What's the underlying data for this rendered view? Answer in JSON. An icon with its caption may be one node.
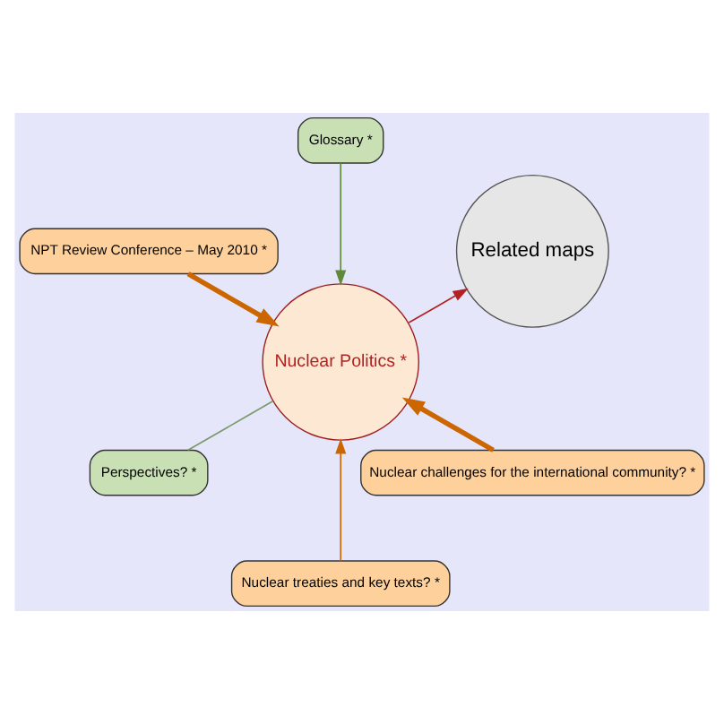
{
  "diagram": {
    "nodes": [
      {
        "text": [
          "Related maps"
        ]
      },
      {
        "text": [
          "Glossary *"
        ]
      },
      {
        "text": [
          "NPT Review Conference – May 2010 *"
        ]
      },
      {
        "text": [
          "Nuclear Politics *"
        ]
      },
      {
        "text": [
          "Perspectives? *"
        ]
      },
      {
        "text": [
          "Nuclear treaties and key texts? *"
        ]
      },
      {
        "text": [
          "Nuclear challenges for the international community? *"
        ]
      }
    ],
    "edges": [
      {
        "from": 3,
        "to": 0,
        "arrow": "to",
        "color": "#b22222"
      },
      {
        "from": 1,
        "to": 3,
        "arrow": "to",
        "color": "#5f8a3c"
      },
      {
        "from": 2,
        "to": 3,
        "arrow": "to",
        "style": "thick"
      },
      {
        "from": 4,
        "to": 3,
        "arrow": "none",
        "color": "#7a9a6a"
      },
      {
        "from": 5,
        "to": 3,
        "arrow": "to"
      },
      {
        "from": 6,
        "to": 3,
        "arrow": "to",
        "style": "thick"
      }
    ]
  }
}
